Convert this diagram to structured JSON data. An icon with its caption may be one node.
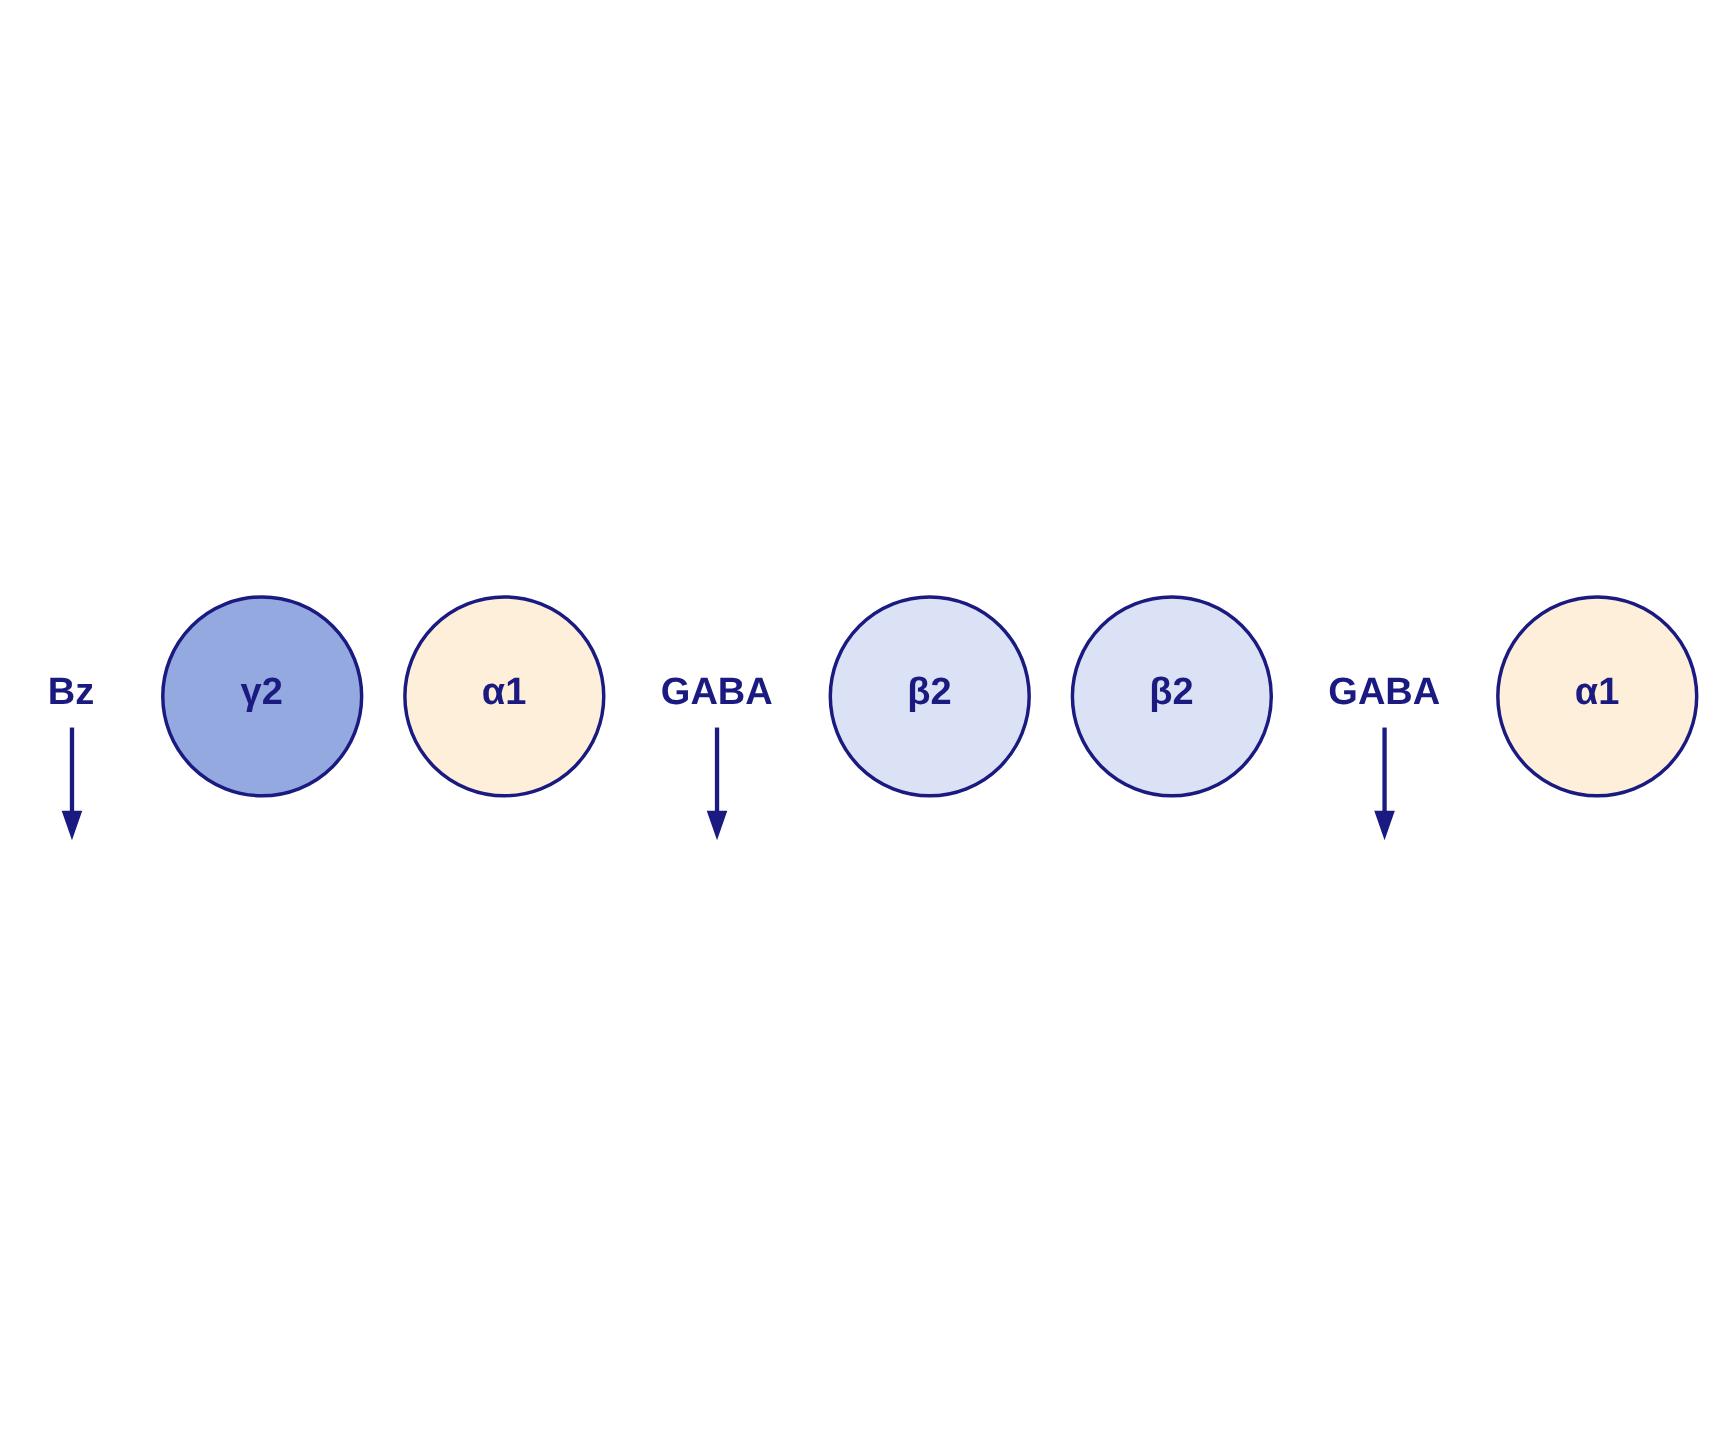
{
  "diagram": {
    "nodes": [
      {
        "text": [
          "Bz"
        ]
      },
      {
        "text": [
          "γ2"
        ]
      },
      {
        "text": [
          "α1"
        ]
      },
      {
        "text": [
          "GABA"
        ]
      },
      {
        "text": [
          "β2"
        ]
      },
      {
        "text": [
          "β2"
        ]
      },
      {
        "text": [
          "GABA"
        ]
      },
      {
        "text": [
          "α1"
        ]
      }
    ],
    "edges": [
      {
        "from": 0,
        "to": null,
        "arrow": "to"
      },
      {
        "from": 3,
        "to": null,
        "arrow": "to"
      },
      {
        "from": 6,
        "to": null,
        "arrow": "to"
      }
    ]
  }
}
